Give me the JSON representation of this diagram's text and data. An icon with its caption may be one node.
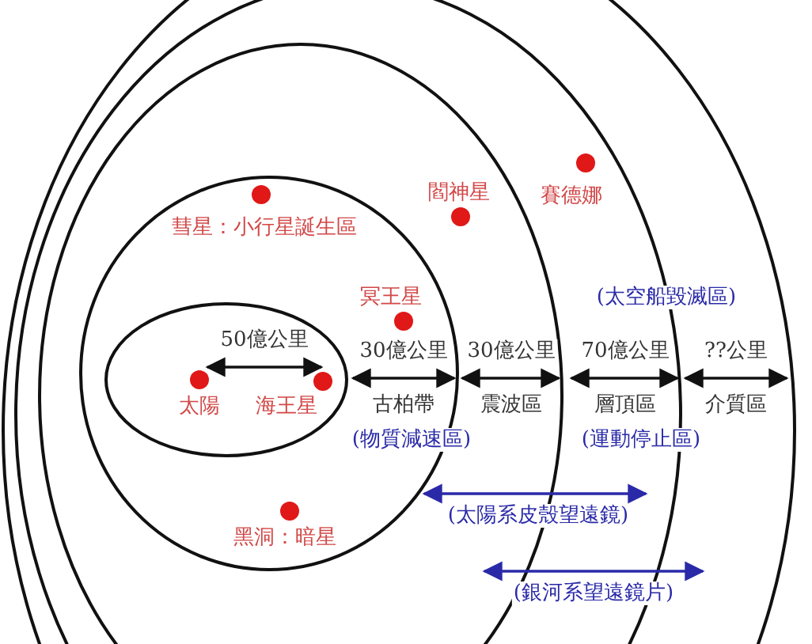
{
  "diagram": {
    "labels": [
      "閻神星",
      "賽德娜",
      "彗星：小行星誕生區",
      "冥王星",
      "(太空船毀滅區)",
      "50億公里",
      "30億公里",
      "30億公里",
      "70億公里",
      "??公里",
      "太陽",
      "海王星",
      "古柏帶",
      "震波區",
      "層頂區",
      "介質區",
      "(物質減速區)",
      "(運動停止區)",
      "(太陽系皮殼望遠鏡)",
      "黑洞：暗星",
      "(銀河系望遠鏡片)"
    ]
  }
}
